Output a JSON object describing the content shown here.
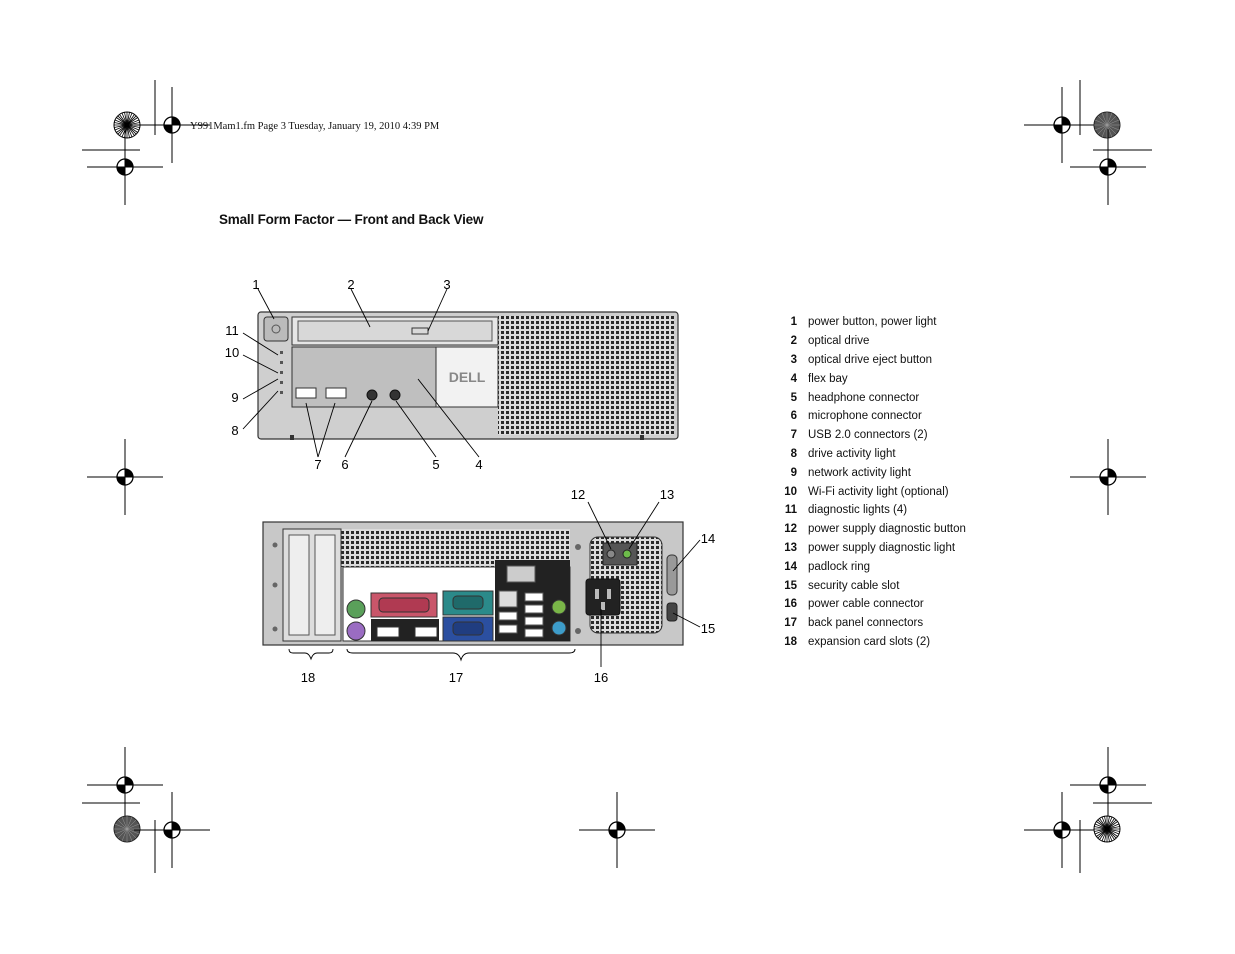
{
  "print_header": "Y991Mam1.fm  Page 3  Tuesday, January 19, 2010  4:39 PM",
  "section_title": "Small Form Factor — Front and Back View",
  "brand_logo": "DELL",
  "front_callouts": [
    "1",
    "2",
    "3",
    "11",
    "10",
    "9",
    "8",
    "7",
    "6",
    "5",
    "4"
  ],
  "back_callouts": [
    "12",
    "13",
    "14",
    "15",
    "16",
    "17",
    "18"
  ],
  "legend": [
    {
      "num": "1",
      "text": "power button, power light"
    },
    {
      "num": "2",
      "text": "optical drive"
    },
    {
      "num": "3",
      "text": "optical drive eject button"
    },
    {
      "num": "4",
      "text": "flex bay"
    },
    {
      "num": "5",
      "text": "headphone connector"
    },
    {
      "num": "6",
      "text": "microphone connector"
    },
    {
      "num": "7",
      "text": "USB 2.0 connectors (2)"
    },
    {
      "num": "8",
      "text": "drive activity light"
    },
    {
      "num": "9",
      "text": "network activity light"
    },
    {
      "num": "10",
      "text": "Wi-Fi activity light (optional)"
    },
    {
      "num": "11",
      "text": "diagnostic lights (4)"
    },
    {
      "num": "12",
      "text": "power supply diagnostic button"
    },
    {
      "num": "13",
      "text": "power supply diagnostic light"
    },
    {
      "num": "14",
      "text": "padlock ring"
    },
    {
      "num": "15",
      "text": "security cable slot"
    },
    {
      "num": "16",
      "text": "power cable connector"
    },
    {
      "num": "17",
      "text": "back panel connectors"
    },
    {
      "num": "18",
      "text": "expansion card slots (2)"
    }
  ]
}
